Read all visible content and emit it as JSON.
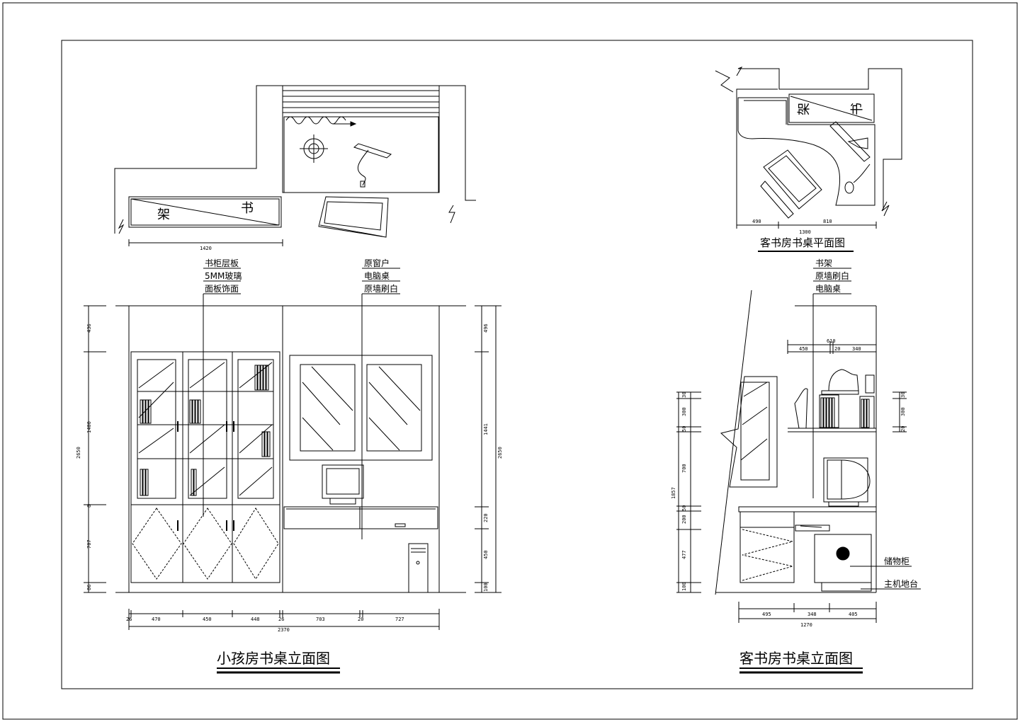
{
  "titles": {
    "child_elevation": "小孩房书桌立面图",
    "guest_plan": "客书房书桌平面图",
    "guest_elevation": "客书房书桌立面图"
  },
  "plan_labels": {
    "shelf_left": "架",
    "shelf_right": "书",
    "guest_shelf_left": "架",
    "guest_shelf_right": "书"
  },
  "child_notes_left": [
    "书柜层板",
    "5MM玻璃",
    "面板饰面"
  ],
  "child_notes_right": [
    "原窗户",
    "电脑桌",
    "原墙刷白"
  ],
  "guest_notes_top": [
    "书架",
    "原墙刷白",
    "电脑桌"
  ],
  "guest_notes_side": [
    "储物柜",
    "主机地台"
  ],
  "dims": {
    "child_plan_width": "1420",
    "child_bottom": [
      "26",
      "470",
      "450",
      "448",
      "26",
      "703",
      "20",
      "727"
    ],
    "child_total": "2370",
    "child_left": [
      "436",
      "1400",
      "8",
      "707",
      "86"
    ],
    "child_left_total": "2650",
    "child_right": [
      "496",
      "1441",
      "220",
      "450",
      "100"
    ],
    "child_right_total": "2650",
    "guest_plan_segments": [
      "490",
      "810"
    ],
    "guest_plan_total": "1300",
    "guest_shelf_top": "610",
    "guest_shelf_segments": [
      "450",
      "20",
      "340"
    ],
    "guest_left": [
      "30",
      "300",
      "50",
      "700",
      "50",
      "200",
      "477",
      "100"
    ],
    "guest_left_total": "1857",
    "guest_right": [
      "30",
      "300",
      "20"
    ],
    "guest_bottom": [
      "495",
      "348",
      "405"
    ],
    "guest_bottom_total": "1270"
  }
}
